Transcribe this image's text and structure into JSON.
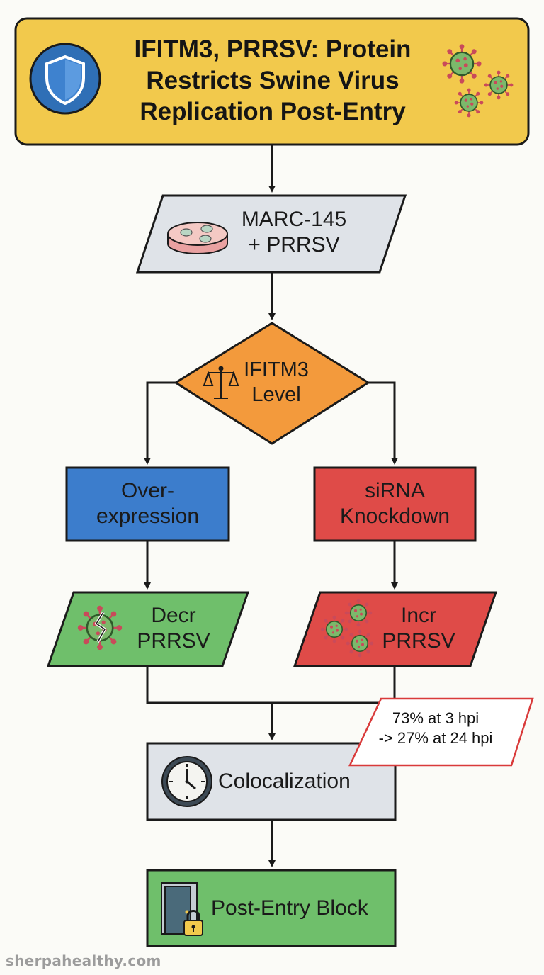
{
  "title": "IFITM3, PRRSV: Protein Restricts Swine Virus Replication Post-Entry",
  "nodes": {
    "input": {
      "line1": "MARC-145",
      "line2": "+ PRRSV",
      "icon": "petri-dish-icon"
    },
    "decision": {
      "line1": "IFITM3",
      "line2": "Level",
      "icon": "balance-scale-icon"
    },
    "overexpression": {
      "line1": "Over-",
      "line2": "expression"
    },
    "knockdown": {
      "line1": "siRNA",
      "line2": "Knockdown"
    },
    "decrease": {
      "line1": "Decr",
      "line2": "PRRSV",
      "icon": "broken-virus-icon"
    },
    "increase": {
      "line1": "Incr",
      "line2": "PRRSV",
      "icon": "virus-cluster-icon"
    },
    "colocalization": {
      "label": "Colocalization",
      "icon": "clock-icon"
    },
    "block": {
      "label": "Post-Entry Block",
      "icon": "locked-door-icon"
    }
  },
  "callout": {
    "line1": "73% at 3 hpi",
    "line2": "-> 27% at 24 hpi"
  },
  "watermark": "sherpahealthy.com",
  "colors": {
    "title_bg": "#f2c94c",
    "shield": "#2f6fb6",
    "gray_node": "#dfe3e8",
    "orange": "#f39a3c",
    "blue": "#3c7dcc",
    "red": "#df4b48",
    "green": "#6fbf6b",
    "virus": "#7cb96b",
    "virus_spike": "#c94a5a"
  }
}
